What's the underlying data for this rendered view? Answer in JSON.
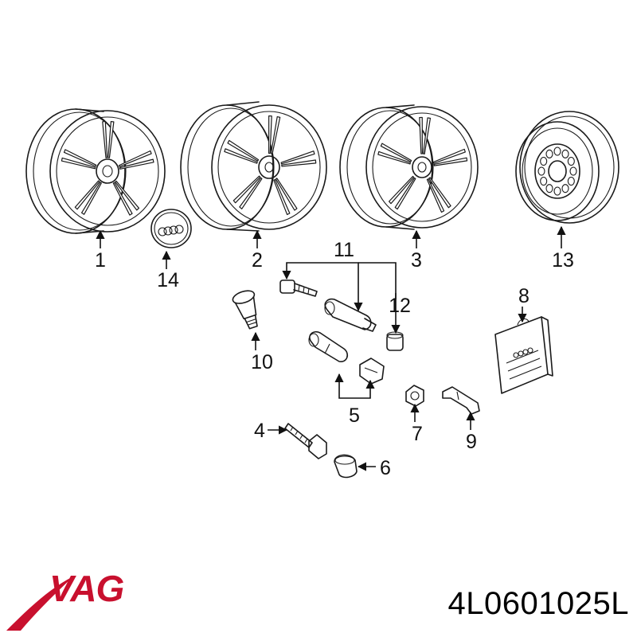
{
  "colors": {
    "line": "#1a1a1a",
    "brand": "#c8102e",
    "text": "#111111"
  },
  "callouts": {
    "c1": "1",
    "c2": "2",
    "c3": "3",
    "c4": "4",
    "c5": "5",
    "c6": "6",
    "c7": "7",
    "c8": "8",
    "c9": "9",
    "c10": "10",
    "c11": "11",
    "c12": "12",
    "c13": "13",
    "c14": "14"
  },
  "brand": {
    "text": "VAG"
  },
  "part_number": "4L0601025L"
}
